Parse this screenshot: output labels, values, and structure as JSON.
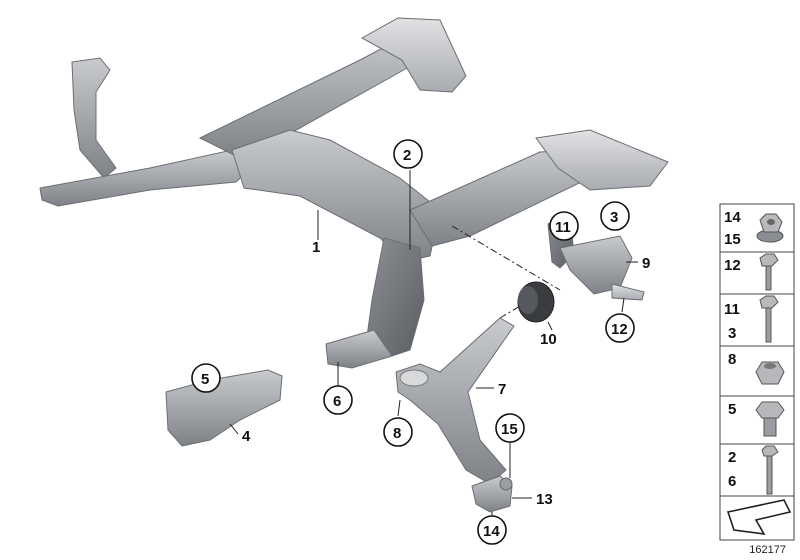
{
  "callouts": {
    "c1": "1",
    "c2": "2",
    "c3": "3",
    "c4": "4",
    "c5": "5",
    "c6": "6",
    "c7": "7",
    "c8": "8",
    "c9": "9",
    "c10": "10",
    "c11": "11",
    "c12": "12",
    "c13": "13",
    "c14": "14",
    "c15": "15"
  },
  "legend": {
    "row1": [
      "14",
      "15"
    ],
    "row2": [
      "12"
    ],
    "row3": [
      "11",
      "3"
    ],
    "row4": [
      "8"
    ],
    "row5": [
      "5"
    ],
    "row6": [
      "2",
      "6"
    ]
  },
  "image_number": "162177"
}
